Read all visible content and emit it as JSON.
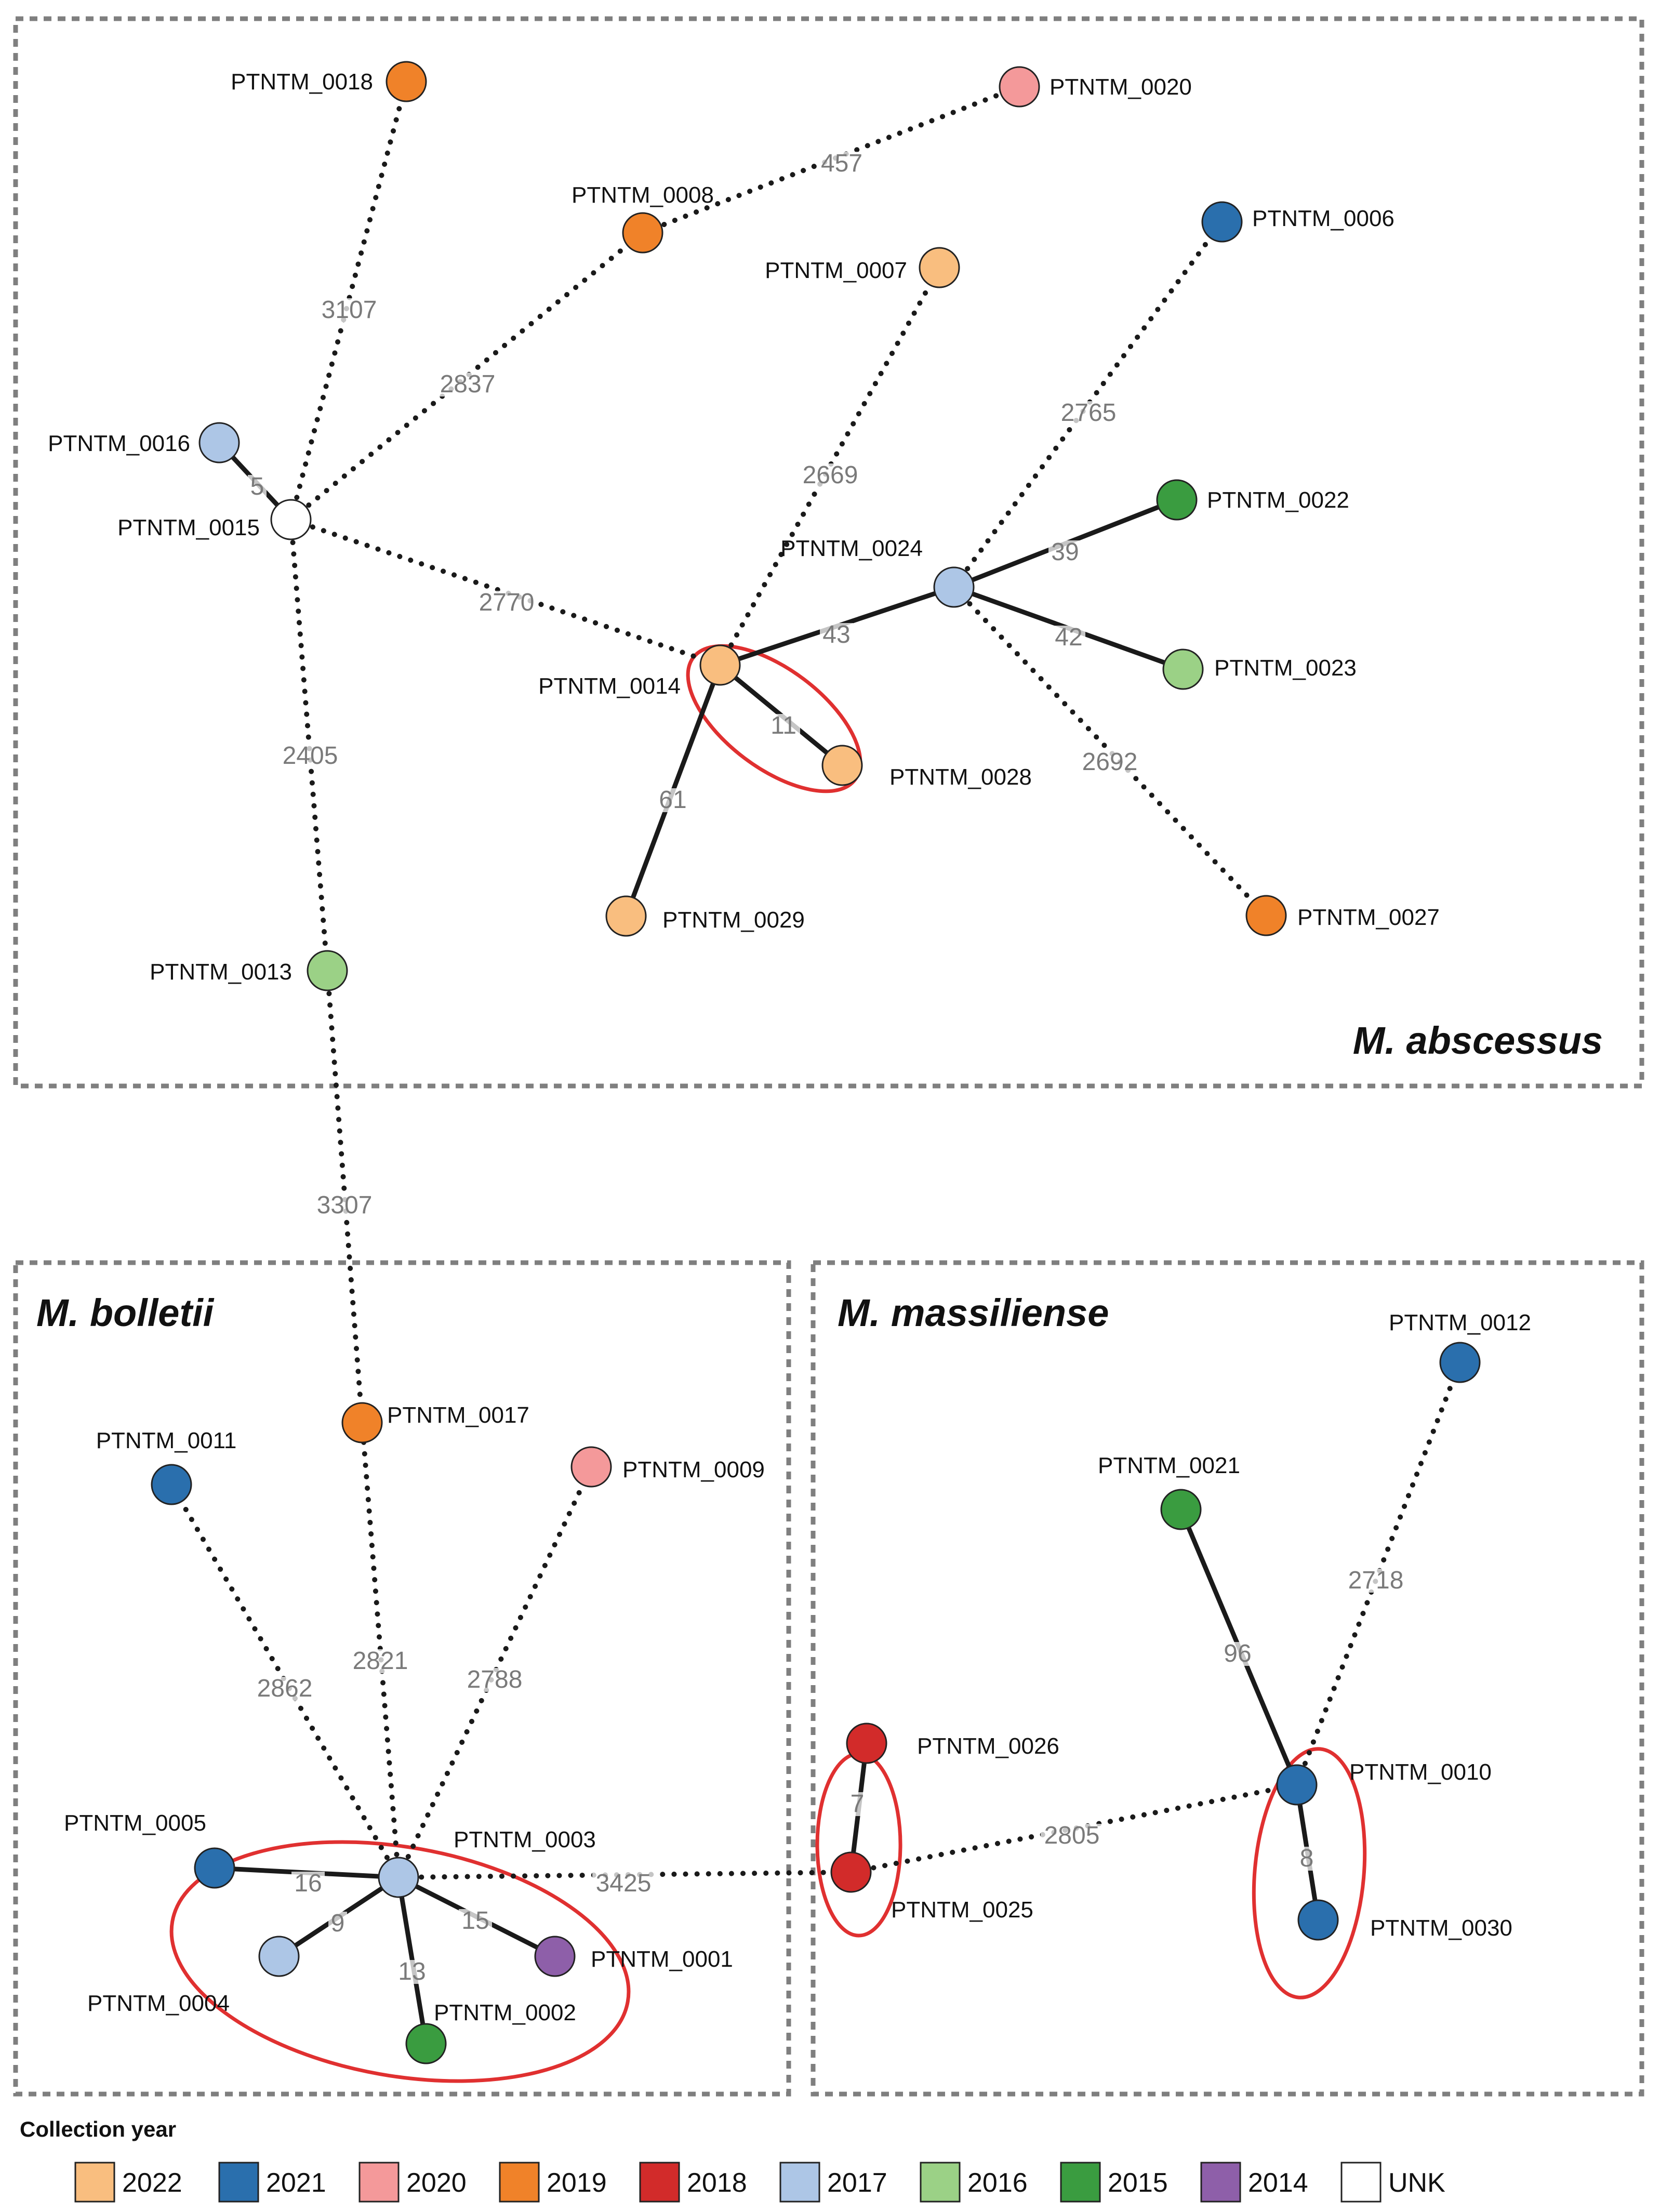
{
  "colors": {
    "2022": "#f9be7f",
    "2021": "#2a6fad",
    "2020": "#f4999a",
    "2019": "#f08229",
    "2018": "#d22b2a",
    "2017": "#adc6e6",
    "2016": "#9bd186",
    "2015": "#3a9c40",
    "2014": "#8e5fa9",
    "UNK": "#ffffff",
    "edge": "#1a1a1a",
    "cluster_ring": "#e03030",
    "box_border": "#7f7f7f"
  },
  "species": {
    "abscessus": "M. abscessus",
    "bolletii": "M. bolletii",
    "massiliense": "M. massiliense"
  },
  "nodes": [
    {
      "id": "PTNTM_0001",
      "label": "PTNTM_0001",
      "year": "2014"
    },
    {
      "id": "PTNTM_0002",
      "label": "PTNTM_0002",
      "year": "2015"
    },
    {
      "id": "PTNTM_0003",
      "label": "PTNTM_0003",
      "year": "2017"
    },
    {
      "id": "PTNTM_0004",
      "label": "PTNTM_0004",
      "year": "2017"
    },
    {
      "id": "PTNTM_0005",
      "label": "PTNTM_0005",
      "year": "2021"
    },
    {
      "id": "PTNTM_0006",
      "label": "PTNTM_0006",
      "year": "2021"
    },
    {
      "id": "PTNTM_0007",
      "label": "PTNTM_0007",
      "year": "2022"
    },
    {
      "id": "PTNTM_0008",
      "label": "PTNTM_0008",
      "year": "2019"
    },
    {
      "id": "PTNTM_0009",
      "label": "PTNTM_0009",
      "year": "2020"
    },
    {
      "id": "PTNTM_0010",
      "label": "PTNTM_0010",
      "year": "2021"
    },
    {
      "id": "PTNTM_0011",
      "label": "PTNTM_0011",
      "year": "2021"
    },
    {
      "id": "PTNTM_0012",
      "label": "PTNTM_0012",
      "year": "2021"
    },
    {
      "id": "PTNTM_0013",
      "label": "PTNTM_0013",
      "year": "2016"
    },
    {
      "id": "PTNTM_0014",
      "label": "PTNTM_0014",
      "year": "2022"
    },
    {
      "id": "PTNTM_0015",
      "label": "PTNTM_0015",
      "year": "UNK"
    },
    {
      "id": "PTNTM_0016",
      "label": "PTNTM_0016",
      "year": "2017"
    },
    {
      "id": "PTNTM_0017",
      "label": "PTNTM_0017",
      "year": "2019"
    },
    {
      "id": "PTNTM_0018",
      "label": "PTNTM_0018",
      "year": "2019"
    },
    {
      "id": "PTNTM_0020",
      "label": "PTNTM_0020",
      "year": "2020"
    },
    {
      "id": "PTNTM_0021",
      "label": "PTNTM_0021",
      "year": "2015"
    },
    {
      "id": "PTNTM_0022",
      "label": "PTNTM_0022",
      "year": "2015"
    },
    {
      "id": "PTNTM_0023",
      "label": "PTNTM_0023",
      "year": "2016"
    },
    {
      "id": "PTNTM_0024",
      "label": "PTNTM_0024",
      "year": "2017"
    },
    {
      "id": "PTNTM_0025",
      "label": "PTNTM_0025",
      "year": "2018"
    },
    {
      "id": "PTNTM_0026",
      "label": "PTNTM_0026",
      "year": "2018"
    },
    {
      "id": "PTNTM_0027",
      "label": "PTNTM_0027",
      "year": "2019"
    },
    {
      "id": "PTNTM_0028",
      "label": "PTNTM_0028",
      "year": "2022"
    },
    {
      "id": "PTNTM_0029",
      "label": "PTNTM_0029",
      "year": "2022"
    },
    {
      "id": "PTNTM_0030",
      "label": "PTNTM_0030",
      "year": "2021"
    }
  ],
  "edges": [
    {
      "source": "PTNTM_0015",
      "target": "PTNTM_0016",
      "label": "5",
      "style": "solid"
    },
    {
      "source": "PTNTM_0015",
      "target": "PTNTM_0018",
      "label": "3107",
      "style": "dotted"
    },
    {
      "source": "PTNTM_0015",
      "target": "PTNTM_0008",
      "label": "2837",
      "style": "dotted"
    },
    {
      "source": "PTNTM_0008",
      "target": "PTNTM_0020",
      "label": "457",
      "style": "dotted"
    },
    {
      "source": "PTNTM_0015",
      "target": "PTNTM_0014",
      "label": "2770",
      "style": "dotted"
    },
    {
      "source": "PTNTM_0015",
      "target": "PTNTM_0013",
      "label": "2405",
      "style": "dotted"
    },
    {
      "source": "PTNTM_0014",
      "target": "PTNTM_0007",
      "label": "2669",
      "style": "dotted"
    },
    {
      "source": "PTNTM_0014",
      "target": "PTNTM_0024",
      "label": "43",
      "style": "solid"
    },
    {
      "source": "PTNTM_0014",
      "target": "PTNTM_0028",
      "label": "11",
      "style": "solid"
    },
    {
      "source": "PTNTM_0014",
      "target": "PTNTM_0029",
      "label": "61",
      "style": "solid"
    },
    {
      "source": "PTNTM_0024",
      "target": "PTNTM_0006",
      "label": "2765",
      "style": "dotted"
    },
    {
      "source": "PTNTM_0024",
      "target": "PTNTM_0022",
      "label": "39",
      "style": "solid"
    },
    {
      "source": "PTNTM_0024",
      "target": "PTNTM_0023",
      "label": "42",
      "style": "solid"
    },
    {
      "source": "PTNTM_0024",
      "target": "PTNTM_0027",
      "label": "2692",
      "style": "dotted"
    },
    {
      "source": "PTNTM_0013",
      "target": "PTNTM_0017",
      "label": "3307",
      "style": "dotted"
    },
    {
      "source": "PTNTM_0003",
      "target": "PTNTM_0017",
      "label": "2821",
      "style": "dotted"
    },
    {
      "source": "PTNTM_0003",
      "target": "PTNTM_0011",
      "label": "2862",
      "style": "dotted"
    },
    {
      "source": "PTNTM_0003",
      "target": "PTNTM_0009",
      "label": "2788",
      "style": "dotted"
    },
    {
      "source": "PTNTM_0003",
      "target": "PTNTM_0005",
      "label": "16",
      "style": "solid"
    },
    {
      "source": "PTNTM_0003",
      "target": "PTNTM_0004",
      "label": "9",
      "style": "solid"
    },
    {
      "source": "PTNTM_0003",
      "target": "PTNTM_0002",
      "label": "13",
      "style": "solid"
    },
    {
      "source": "PTNTM_0003",
      "target": "PTNTM_0001",
      "label": "15",
      "style": "solid"
    },
    {
      "source": "PTNTM_0003",
      "target": "PTNTM_0025",
      "label": "3425",
      "style": "dotted"
    },
    {
      "source": "PTNTM_0025",
      "target": "PTNTM_0026",
      "label": "7",
      "style": "solid"
    },
    {
      "source": "PTNTM_0025",
      "target": "PTNTM_0010",
      "label": "2805",
      "style": "dotted"
    },
    {
      "source": "PTNTM_0010",
      "target": "PTNTM_0021",
      "label": "96",
      "style": "solid"
    },
    {
      "source": "PTNTM_0010",
      "target": "PTNTM_0012",
      "label": "2718",
      "style": "dotted"
    },
    {
      "source": "PTNTM_0010",
      "target": "PTNTM_0030",
      "label": "8",
      "style": "solid"
    }
  ],
  "legend": {
    "title": "Collection year",
    "items": [
      {
        "label": "2022",
        "color": "#f9be7f"
      },
      {
        "label": "2021",
        "color": "#2a6fad"
      },
      {
        "label": "2020",
        "color": "#f4999a"
      },
      {
        "label": "2019",
        "color": "#f08229"
      },
      {
        "label": "2018",
        "color": "#d22b2a"
      },
      {
        "label": "2017",
        "color": "#adc6e6"
      },
      {
        "label": "2016",
        "color": "#9bd186"
      },
      {
        "label": "2015",
        "color": "#3a9c40"
      },
      {
        "label": "2014",
        "color": "#8e5fa9"
      },
      {
        "label": "UNK",
        "color": "#ffffff"
      }
    ]
  }
}
